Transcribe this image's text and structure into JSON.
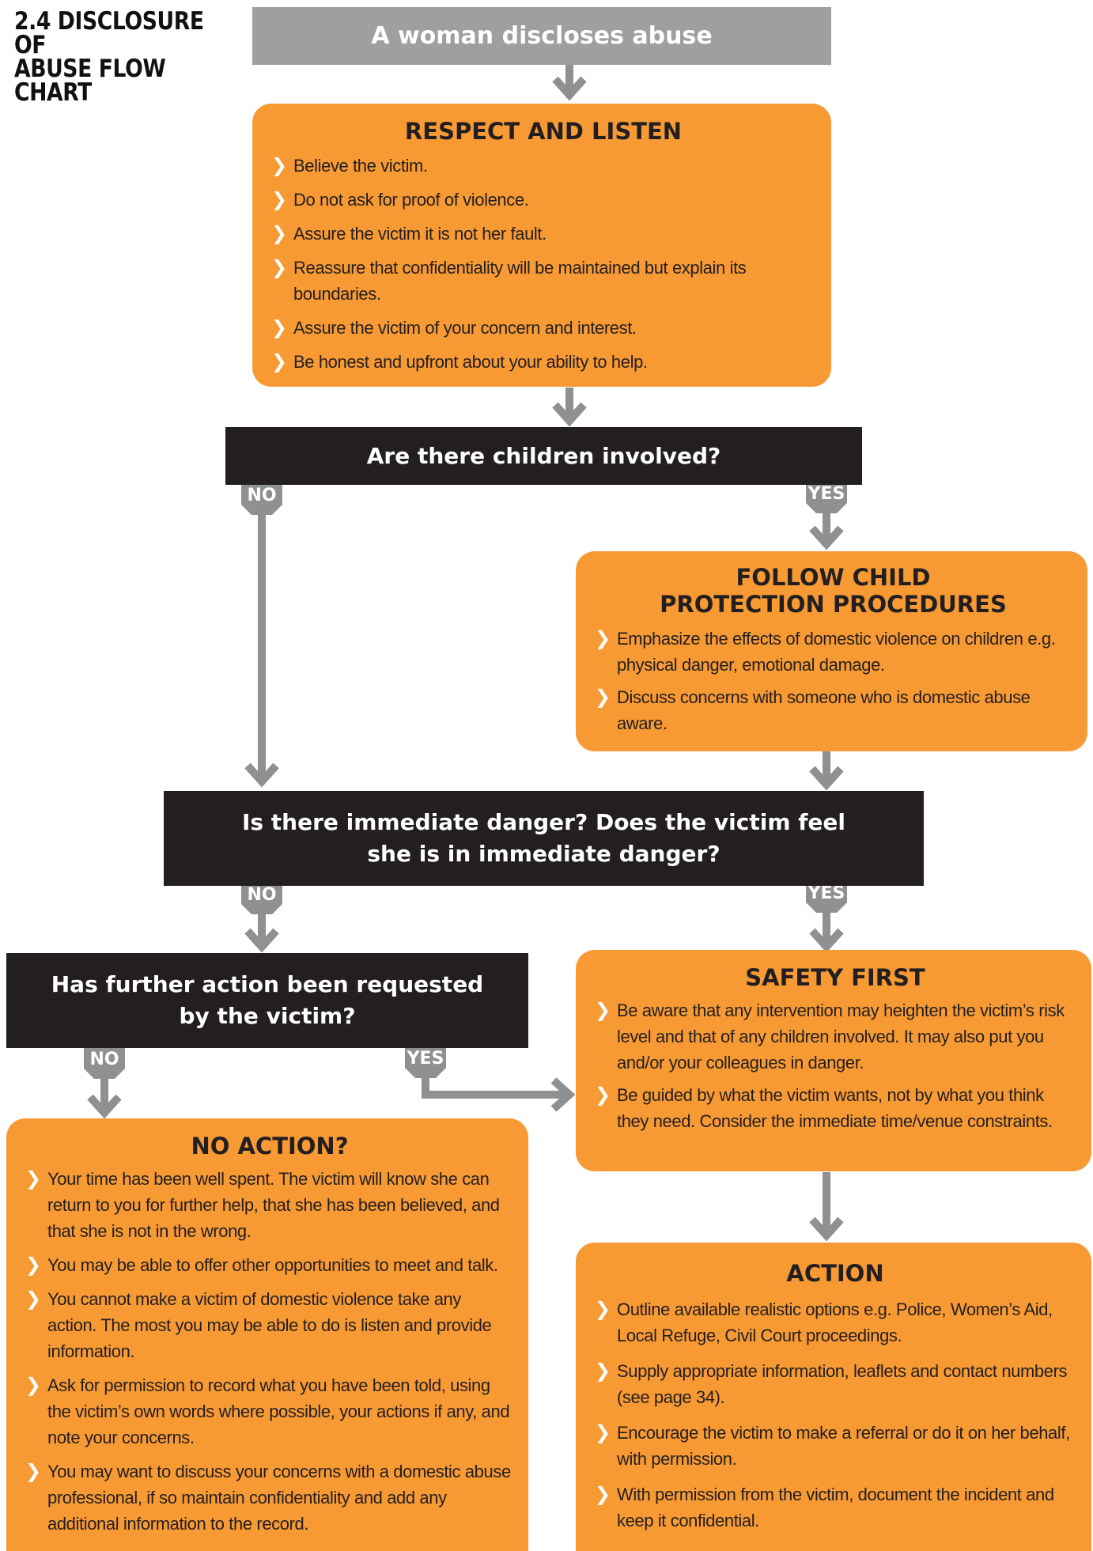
{
  "title": {
    "line1": "2.4 DISCLOSURE OF",
    "line2": "ABUSE FLOW CHART"
  },
  "start": "A woman discloses abuse",
  "respect": {
    "title": "RESPECT AND LISTEN",
    "items": [
      "Believe the victim.",
      "Do not ask for proof of violence.",
      "Assure the victim it is not her fault.",
      "Reassure that confidentiality will be maintained but explain its boundaries.",
      "Assure the victim of your concern and interest.",
      "Be honest and upfront about your ability to help."
    ]
  },
  "q_children": "Are there children involved?",
  "child_protection": {
    "title": "FOLLOW CHILD\nPROTECTION PROCEDURES",
    "items": [
      "Emphasize the effects of domestic violence on children e.g. physical danger, emotional damage.",
      "Discuss concerns with someone who is domestic abuse aware."
    ]
  },
  "q_danger": "Is there immediate danger? Does the victim feel\nshe is in immediate danger?",
  "q_further": "Has further action been requested\nby the victim?",
  "safety": {
    "title": "SAFETY FIRST",
    "items": [
      "Be aware that any intervention may heighten the victim’s risk level and that of any children involved. It may also put you and/or your colleagues in danger.",
      "Be guided by what the victim wants, not by what you think they need. Consider the immediate time/venue constraints."
    ]
  },
  "no_action": {
    "title": "NO ACTION?",
    "items": [
      "Your time has been well spent. The victim will know she can return to you for further help, that she has been believed, and that she is not in the wrong.",
      "You may be able to offer other opportunities to meet and talk.",
      "You cannot make a victim of domestic violence take any action. The most you may be able to do is listen and provide information.",
      "Ask for permission to record what you have been told, using the victim’s own words where possible, your actions if any, and note your concerns.",
      "You may want to discuss your concerns with a domestic abuse professional, if so maintain confidentiality and add any additional information to the record."
    ]
  },
  "action": {
    "title": "ACTION",
    "items": [
      "Outline available realistic options e.g. Police, Women’s Aid, Local Refuge, Civil Court proceedings.",
      "Supply appropriate information, leaflets and contact numbers (see page 34).",
      "Encourage the victim to make a referral or do it on her behalf, with permission.",
      "With permission from the victim, document the incident and keep it confidential."
    ]
  },
  "labels": {
    "no": "NO",
    "yes": "YES"
  },
  "colors": {
    "orange": "#f89a34",
    "dark": "#231f20",
    "grey": "#9e9fa1",
    "arrow": "#8f9092"
  }
}
